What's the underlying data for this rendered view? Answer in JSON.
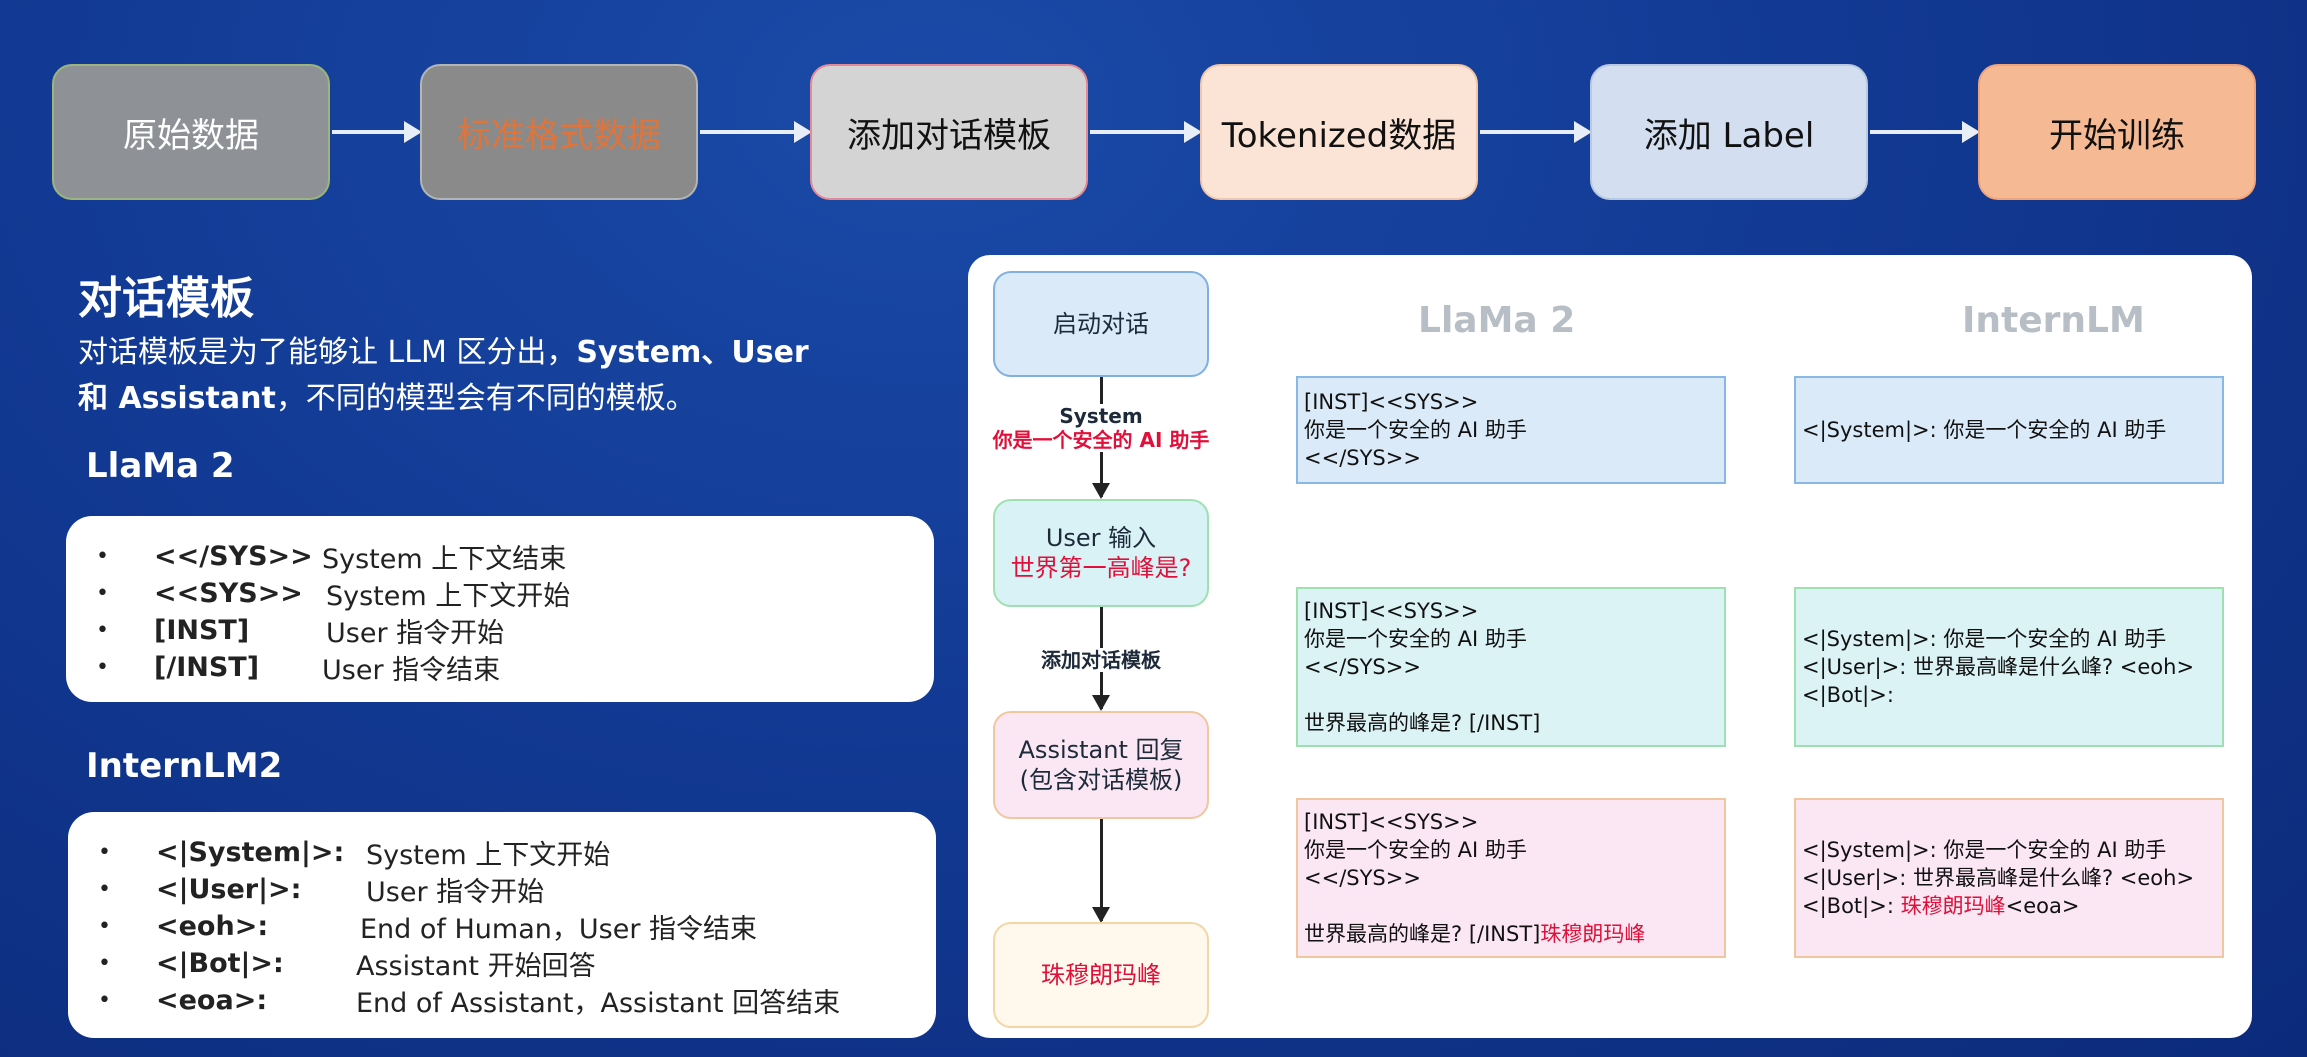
{
  "pipeline": {
    "steps": [
      "原始数据",
      "标准格式数据",
      "添加对话模板",
      "Tokenized数据",
      "添加 Label",
      "开始训练"
    ]
  },
  "intro": {
    "title": "对话模板",
    "desc_line1_a": "对话模板是为了能够让 LLM 区分出，",
    "desc_line1_b": "System、User",
    "desc_line2_a": "和 Assistant",
    "desc_line2_b": "，不同的模型会有不同的模板。"
  },
  "llama2": {
    "label": "LlaMa 2",
    "items": [
      {
        "token": "<</SYS>>",
        "text": "System 上下文结束"
      },
      {
        "token": "<<SYS>>",
        "text": "System 上下文开始"
      },
      {
        "token": "[INST]",
        "text": "User 指令开始"
      },
      {
        "token": "[/INST]",
        "text": "User 指令结束"
      }
    ]
  },
  "internlm2": {
    "label": "InternLM2",
    "items": [
      {
        "token": "<|System|>:",
        "text": "System 上下文开始"
      },
      {
        "token": "<|User|>:",
        "text": "User 指令开始"
      },
      {
        "token": "<eoh>:",
        "text": "End of Human，User 指令结束"
      },
      {
        "token": "<|Bot|>:",
        "text": "Assistant 开始回答"
      },
      {
        "token": "<eoa>:",
        "text": "End of Assistant，Assistant 回答结束"
      }
    ]
  },
  "flow": {
    "start": "启动对话",
    "system_label": "System",
    "system_text": "你是一个安全的 AI 助手",
    "user_line1": "User 输入",
    "user_line2": "世界第一高峰是?",
    "template_label": "添加对话模板",
    "assistant_line1": "Assistant 回复",
    "assistant_line2": "(包含对话模板)",
    "answer": "珠穆朗玛峰"
  },
  "columns": {
    "llama_head": "LlaMa 2",
    "intern_head": "InternLM"
  },
  "llama_boxes": {
    "b1": [
      "[INST]<<SYS>>",
      "你是一个安全的 AI 助手",
      "<</SYS>>"
    ],
    "b2": [
      "[INST]<<SYS>>",
      "你是一个安全的 AI 助手",
      "<</SYS>>",
      "",
      "世界最高的峰是? [/INST]"
    ],
    "b3": [
      "[INST]<<SYS>>",
      "你是一个安全的 AI 助手",
      "<</SYS>>",
      ""
    ],
    "b3_last": "世界最高的峰是? [/INST]",
    "b3_answer": "珠穆朗玛峰"
  },
  "intern_boxes": {
    "b1": [
      "<|System|>: 你是一个安全的 AI 助手"
    ],
    "b2": [
      "<|System|>: 你是一个安全的 AI 助手",
      "<|User|>: 世界最高峰是什么峰? <eoh>",
      "<|Bot|>:"
    ],
    "b3": [
      "<|System|>: 你是一个安全的 AI 助手",
      "<|User|>: 世界最高峰是什么峰? <eoh>"
    ],
    "b3_bot": "<|Bot|>: ",
    "b3_answer": "珠穆朗玛峰",
    "b3_eoa": "<eoa>"
  },
  "colors": {
    "blue_box": "#dbeaf9",
    "green_box": "#dcf3f5",
    "pink_box": "#fbe6f3",
    "red_text": "#e0103a",
    "orange_text": "#e0743a"
  }
}
